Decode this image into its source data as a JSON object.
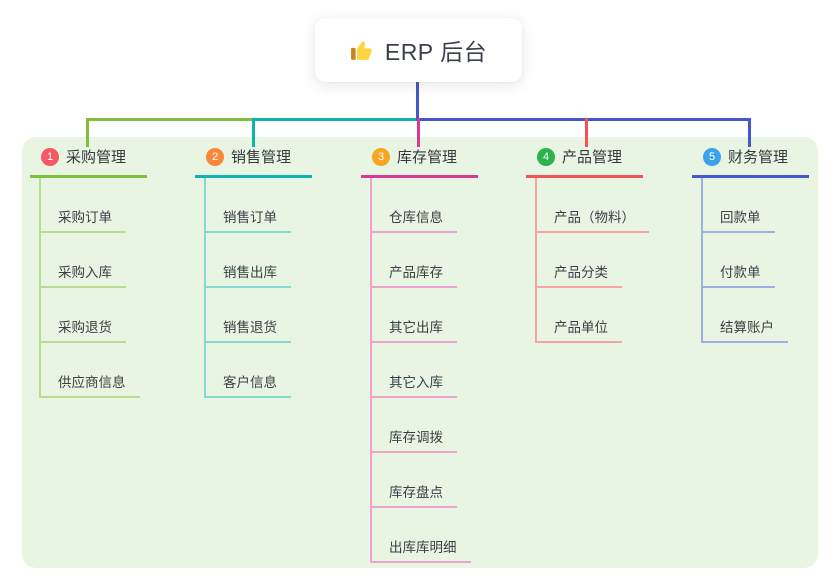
{
  "root": {
    "label": "ERP 后台",
    "icon": "thumbs-up-icon"
  },
  "colors": {
    "panel_background": "#e9f5e3",
    "root_connector": "#4457cc",
    "branch_lines": [
      "#7fbe3e",
      "#0db4ab",
      "#d53a96",
      "#f4525b",
      "#4457cc"
    ],
    "child_lines": [
      "#b9dd90",
      "#86d8d0",
      "#eea2cd",
      "#f6a3a4",
      "#9cb0e6"
    ],
    "badges": [
      "#f65866",
      "#f9883a",
      "#f7a623",
      "#2cb44a",
      "#3aa3e9"
    ]
  },
  "branches": [
    {
      "badge": "1",
      "label": "采购管理",
      "children": [
        {
          "label": "采购订单"
        },
        {
          "label": "采购入库"
        },
        {
          "label": "采购退货"
        },
        {
          "label": "供应商信息"
        }
      ]
    },
    {
      "badge": "2",
      "label": "销售管理",
      "children": [
        {
          "label": "销售订单"
        },
        {
          "label": "销售出库"
        },
        {
          "label": "销售退货"
        },
        {
          "label": "客户信息"
        }
      ]
    },
    {
      "badge": "3",
      "label": "库存管理",
      "children": [
        {
          "label": "仓库信息"
        },
        {
          "label": "产品库存"
        },
        {
          "label": "其它出库"
        },
        {
          "label": "其它入库"
        },
        {
          "label": "库存调拨"
        },
        {
          "label": "库存盘点"
        },
        {
          "label": "出库库明细"
        }
      ]
    },
    {
      "badge": "4",
      "label": "产品管理",
      "children": [
        {
          "label": "产品（物料）"
        },
        {
          "label": "产品分类"
        },
        {
          "label": "产品单位"
        }
      ]
    },
    {
      "badge": "5",
      "label": "财务管理",
      "children": [
        {
          "label": "回款单"
        },
        {
          "label": "付款单"
        },
        {
          "label": "结算账户"
        }
      ]
    }
  ]
}
